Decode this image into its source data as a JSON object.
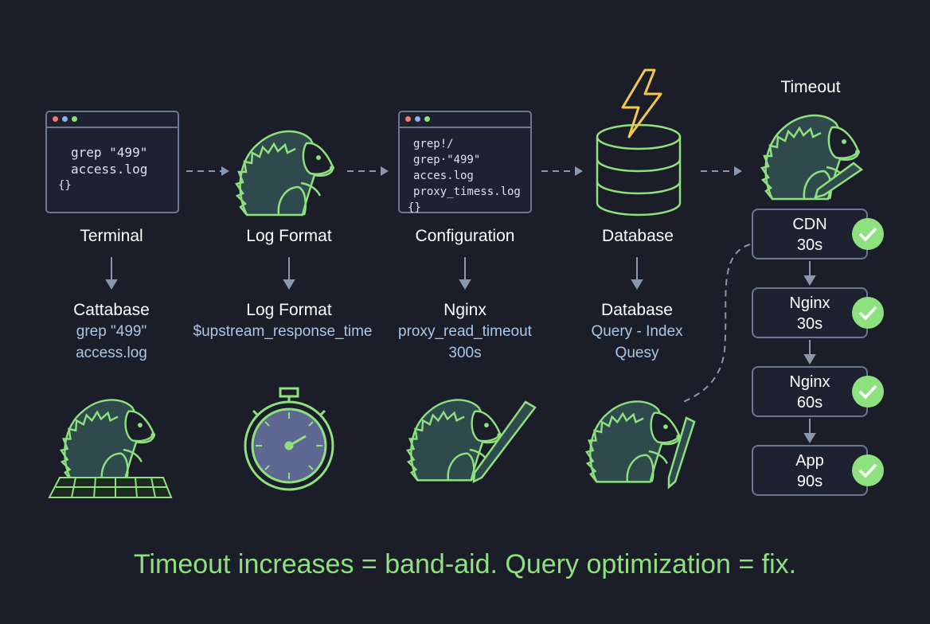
{
  "terminal_window": {
    "lines": [
      "grep \"499\"",
      "access.log",
      "{}"
    ]
  },
  "config_window": {
    "lines": [
      "grep!/",
      "grep·\"499\"",
      "acces.log",
      "proxy_timess.log",
      "{}"
    ]
  },
  "timeout_label": "Timeout",
  "stages": [
    {
      "title": "Terminal",
      "sub_title": "Cattabase",
      "sub_lines": [
        "grep \"499\"",
        "access.log"
      ]
    },
    {
      "title": "Log Format",
      "sub_title": "Log Format",
      "sub_lines": [
        "$upstream_response_time"
      ]
    },
    {
      "title": "Configuration",
      "sub_title": "Nginx",
      "sub_lines": [
        "proxy_read_timeout",
        "300s"
      ]
    },
    {
      "title": "Database",
      "sub_title": "Database",
      "sub_lines": [
        "Query - Index",
        "Quesy"
      ]
    }
  ],
  "timeout_chain": [
    {
      "name": "CDN",
      "value": "30s"
    },
    {
      "name": "Nginx",
      "value": "30s"
    },
    {
      "name": "Nginx",
      "value": "60s"
    },
    {
      "name": "App",
      "value": "90s"
    }
  ],
  "footer": "Timeout increases = band-aid. Query optimization = fix.",
  "colors": {
    "background": "#1b1e28",
    "accent": "#8fe07f",
    "subtext": "#a9c6ea",
    "border": "#6b7890"
  }
}
